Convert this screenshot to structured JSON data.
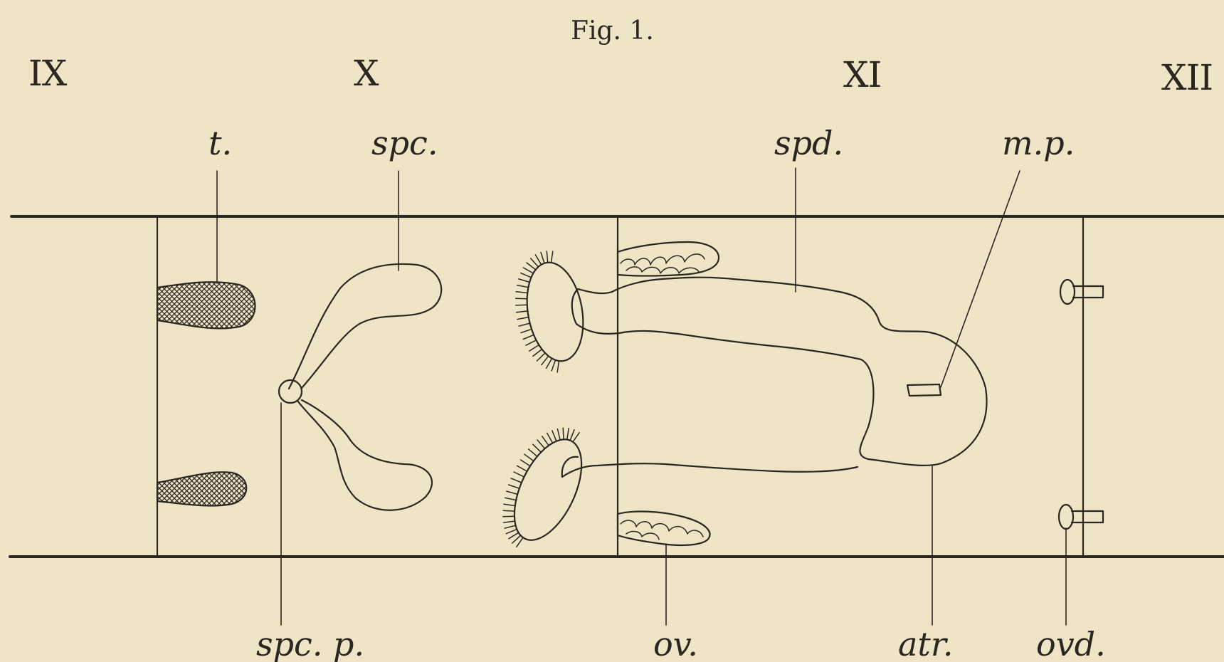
{
  "figure_title": "Fig. 1.",
  "segments": [
    "IX",
    "X",
    "XI",
    "XII"
  ],
  "labels_top": {
    "t": "t.",
    "spc": "spc.",
    "spd": "spd.",
    "mp": "m.p."
  },
  "labels_bottom": {
    "spc_p": "spc. p.",
    "ov": "ov.",
    "atr": "atr.",
    "ovd": "ovd."
  },
  "colors": {
    "paper": "#efe4c6",
    "ink": "#2b2620"
  }
}
